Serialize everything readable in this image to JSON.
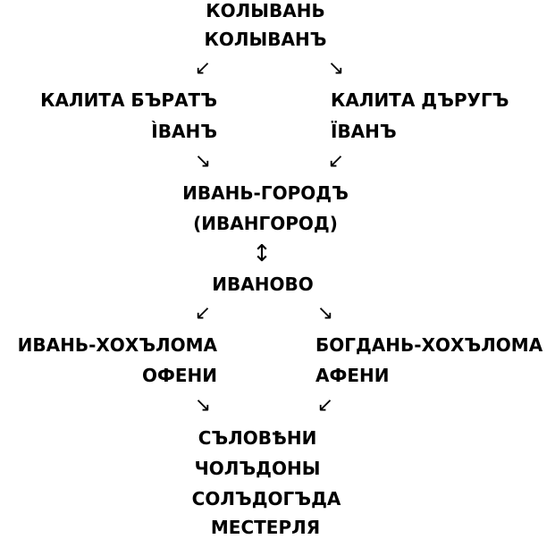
{
  "top": {
    "line1": "КОЛЫВАНЬ",
    "line2": "КОЛЫВАНЪ"
  },
  "left_branch1": {
    "line1": "КАЛИТА БЪРАТЪ",
    "line2": "ÌВАНЪ"
  },
  "right_branch1": {
    "line1": "КАЛИТА ДЪРУГЪ",
    "line2": "ЇВАНЪ"
  },
  "middle1": {
    "line1": "ИВАНЬ-ГОРОДЪ",
    "line2": "(ИВАНГОРОД)"
  },
  "middle2": {
    "line1": "ИВАНОВО"
  },
  "left_branch2": {
    "line1": "ИВАНЬ-ХОХЪЛОМА",
    "line2": "ОФЕНИ"
  },
  "right_branch2": {
    "line1": "БОГДАНЬ-ХОХЪЛОМА",
    "line2": "АФЕНИ"
  },
  "bottom": {
    "line1": "СЪЛОВѢНИ",
    "line2": "ЧОЛЪДОНЫ",
    "line3": "СОЛЪДОГЪДА",
    "line4": "МЕСТЕРЛЯ"
  },
  "arrows": {
    "down_left": "↙",
    "down_right": "↘",
    "up_down": "↕"
  }
}
